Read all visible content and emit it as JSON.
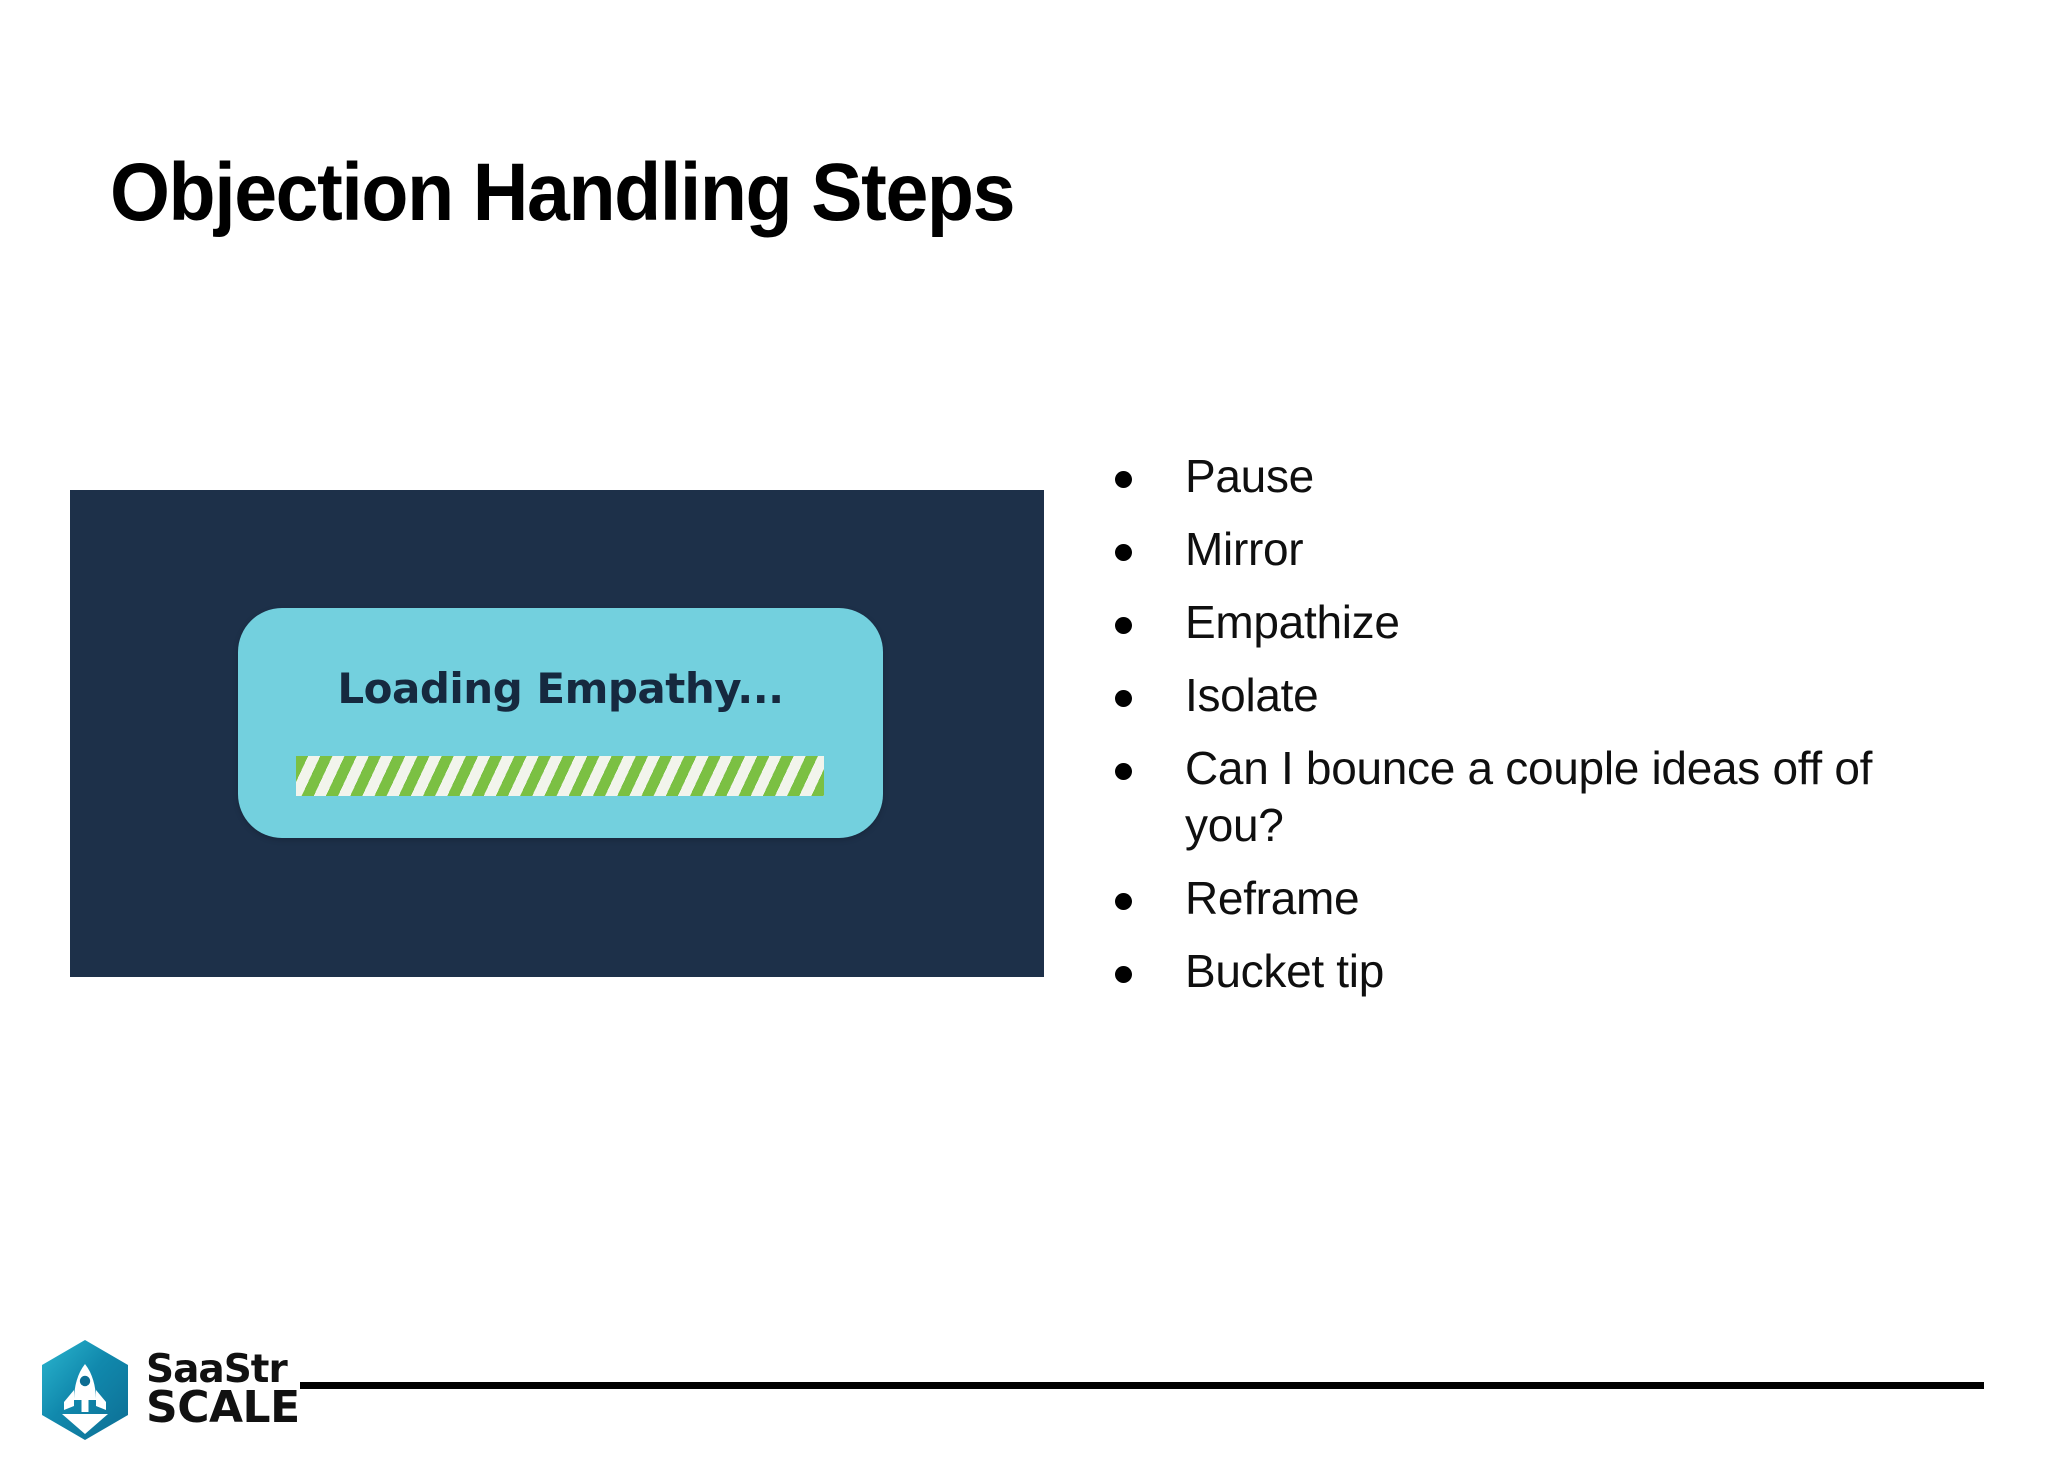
{
  "slide": {
    "title": "Objection Handling Steps",
    "background_color": "#ffffff",
    "title_color": "#000000"
  },
  "meme": {
    "panel_color": "#1d3049",
    "card_color": "#73d0de",
    "card_text": "Loading Empathy...",
    "card_text_color": "#16293f",
    "progress": {
      "style": "diagonal-stripes",
      "stripe_colors": [
        "#7bc043",
        "#f2f4ec"
      ]
    }
  },
  "steps": {
    "items": [
      {
        "label": "Pause"
      },
      {
        "label": "Mirror"
      },
      {
        "label": "Empathize"
      },
      {
        "label": "Isolate"
      },
      {
        "label": "Can I bounce a couple ideas off of you?"
      },
      {
        "label": "Reframe"
      },
      {
        "label": "Bucket tip"
      }
    ],
    "bullet_color": "#000000",
    "text_color": "#0f0f0f"
  },
  "footer": {
    "logo": {
      "icon": "rocket-hexagon-icon",
      "brand_line1": "SaaStr",
      "brand_line2": "SCALE",
      "hex_color_dark": "#0d6d93",
      "hex_color_light": "#2bb6cf",
      "rocket_color": "#ffffff"
    },
    "rule_color": "#000000"
  }
}
